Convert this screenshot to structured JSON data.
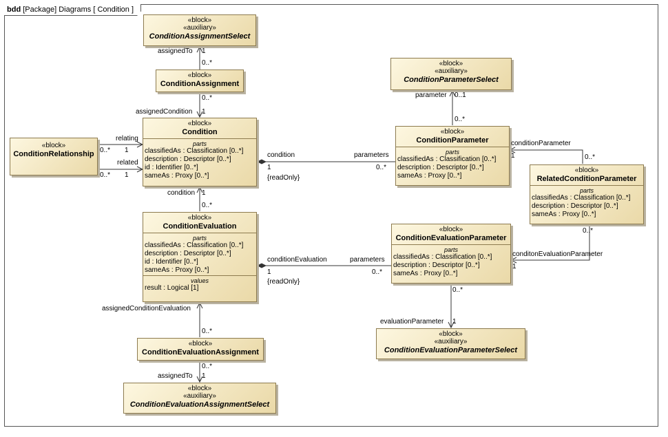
{
  "frame": {
    "kind": "bdd",
    "title": "[Package] Diagrams [ Condition ]"
  },
  "blocks": {
    "condition_assignment_select": {
      "stereotypes": [
        "«block»",
        "«auxiliary»"
      ],
      "name": "ConditionAssignmentSelect"
    },
    "condition_assignment": {
      "stereotypes": [
        "«block»"
      ],
      "name": "ConditionAssignment"
    },
    "condition": {
      "stereotypes": [
        "«block»"
      ],
      "name": "Condition",
      "parts_title": "parts",
      "parts": [
        {
          "name": "classifiedAs",
          "type": " : Classification [0..*]"
        },
        {
          "name": "description",
          "type": " : Descriptor [0..*]"
        },
        {
          "name": "id",
          "type": " : Identifier [0..*]"
        },
        {
          "name": "sameAs",
          "type": " : Proxy [0..*]"
        }
      ]
    },
    "condition_relationship": {
      "stereotypes": [
        "«block»"
      ],
      "name": "ConditionRelationship"
    },
    "condition_evaluation": {
      "stereotypes": [
        "«block»"
      ],
      "name": "ConditionEvaluation",
      "parts_title": "parts",
      "parts": [
        {
          "name": "classifiedAs",
          "type": " : Classification [0..*]"
        },
        {
          "name": "description",
          "type": " : Descriptor [0..*]"
        },
        {
          "name": "id",
          "type": " : Identifier [0..*]"
        },
        {
          "name": "sameAs",
          "type": " : Proxy [0..*]"
        }
      ],
      "values_title": "values",
      "values": [
        {
          "name": "result",
          "type": " : Logical [1]"
        }
      ]
    },
    "condition_evaluation_assignment": {
      "stereotypes": [
        "«block»"
      ],
      "name": "ConditionEvaluationAssignment"
    },
    "condition_evaluation_assignment_select": {
      "stereotypes": [
        "«block»",
        "«auxiliary»"
      ],
      "name": "ConditionEvaluationAssignmentSelect"
    },
    "condition_parameter_select": {
      "stereotypes": [
        "«block»",
        "«auxiliary»"
      ],
      "name": "ConditionParameterSelect"
    },
    "condition_parameter": {
      "stereotypes": [
        "«block»"
      ],
      "name": "ConditionParameter",
      "parts_title": "parts",
      "parts": [
        {
          "name": "classifiedAs",
          "type": " : Classification [0..*]"
        },
        {
          "name": "description",
          "type": " : Descriptor [0..*]"
        },
        {
          "name": "sameAs",
          "type": " : Proxy [0..*]"
        }
      ]
    },
    "related_condition_parameter": {
      "stereotypes": [
        "«block»"
      ],
      "name": "RelatedConditionParameter",
      "parts_title": "parts",
      "parts": [
        {
          "name": "classifiedAs",
          "type": " : Classification [0..*]"
        },
        {
          "name": "description",
          "type": " : Descriptor [0..*]"
        },
        {
          "name": "sameAs",
          "type": " : Proxy [0..*]"
        }
      ]
    },
    "condition_evaluation_parameter": {
      "stereotypes": [
        "«block»"
      ],
      "name": "ConditionEvaluationParameter",
      "parts_title": "parts",
      "parts": [
        {
          "name": "classifiedAs",
          "type": " : Classification [0..*]"
        },
        {
          "name": "description",
          "type": " : Descriptor [0..*]"
        },
        {
          "name": "sameAs",
          "type": " : Proxy [0..*]"
        }
      ]
    },
    "condition_evaluation_parameter_select": {
      "stereotypes": [
        "«block»",
        "«auxiliary»"
      ],
      "name": "ConditionEvaluationParameterSelect"
    }
  },
  "labels": {
    "assigned_to_1": "assignedTo",
    "assigned_to_1_mult_top": "1",
    "assigned_to_1_mult_bottom": "0..*",
    "assigned_condition": "assignedCondition",
    "assigned_condition_mult_top": "0..*",
    "assigned_condition_mult_bottom": "1",
    "relating": "relating",
    "related": "related",
    "relating_mult_left": "0..*",
    "relating_mult_right": "1",
    "related_mult_left": "0..*",
    "related_mult_right": "1",
    "condition_role": "condition",
    "condition_role_mult": "1",
    "condition_readonly": "{readOnly}",
    "parameters_role_1": "parameters",
    "parameters_role_1_mult": "0..*",
    "parameter_role": "parameter",
    "parameter_role_mult": "0..1",
    "parameter_role_mult_bottom": "0..*",
    "condition_parameter_role": "conditionParameter",
    "condition_parameter_role_mult_top": "0..*",
    "condition_parameter_role_mult_left": "1",
    "condition_eval_role_on_condition": "condition",
    "condition_eval_role_on_condition_mult": "1",
    "condition_eval_mult_below": "0..*",
    "condition_evaluation_role": "conditionEvaluation",
    "condition_evaluation_role_mult": "1",
    "condition_evaluation_readonly": "{readOnly}",
    "parameters_role_2": "parameters",
    "parameters_role_2_mult": "0..*",
    "conditon_evaluation_parameter_role": "conditonEvaluationParameter",
    "conditon_evaluation_parameter_mult_top": "0..*",
    "conditon_evaluation_parameter_mult_left": "1",
    "evaluation_parameter_role": "evaluationParameter",
    "evaluation_parameter_mult_top": "0..*",
    "evaluation_parameter_mult_bottom": "1",
    "assigned_condition_evaluation": "assignedConditionEvaluation",
    "assigned_condition_evaluation_mult": "0..*",
    "assigned_to_2": "assignedTo",
    "assigned_to_2_mult_top": "0..*",
    "assigned_to_2_mult_bottom": "1"
  }
}
